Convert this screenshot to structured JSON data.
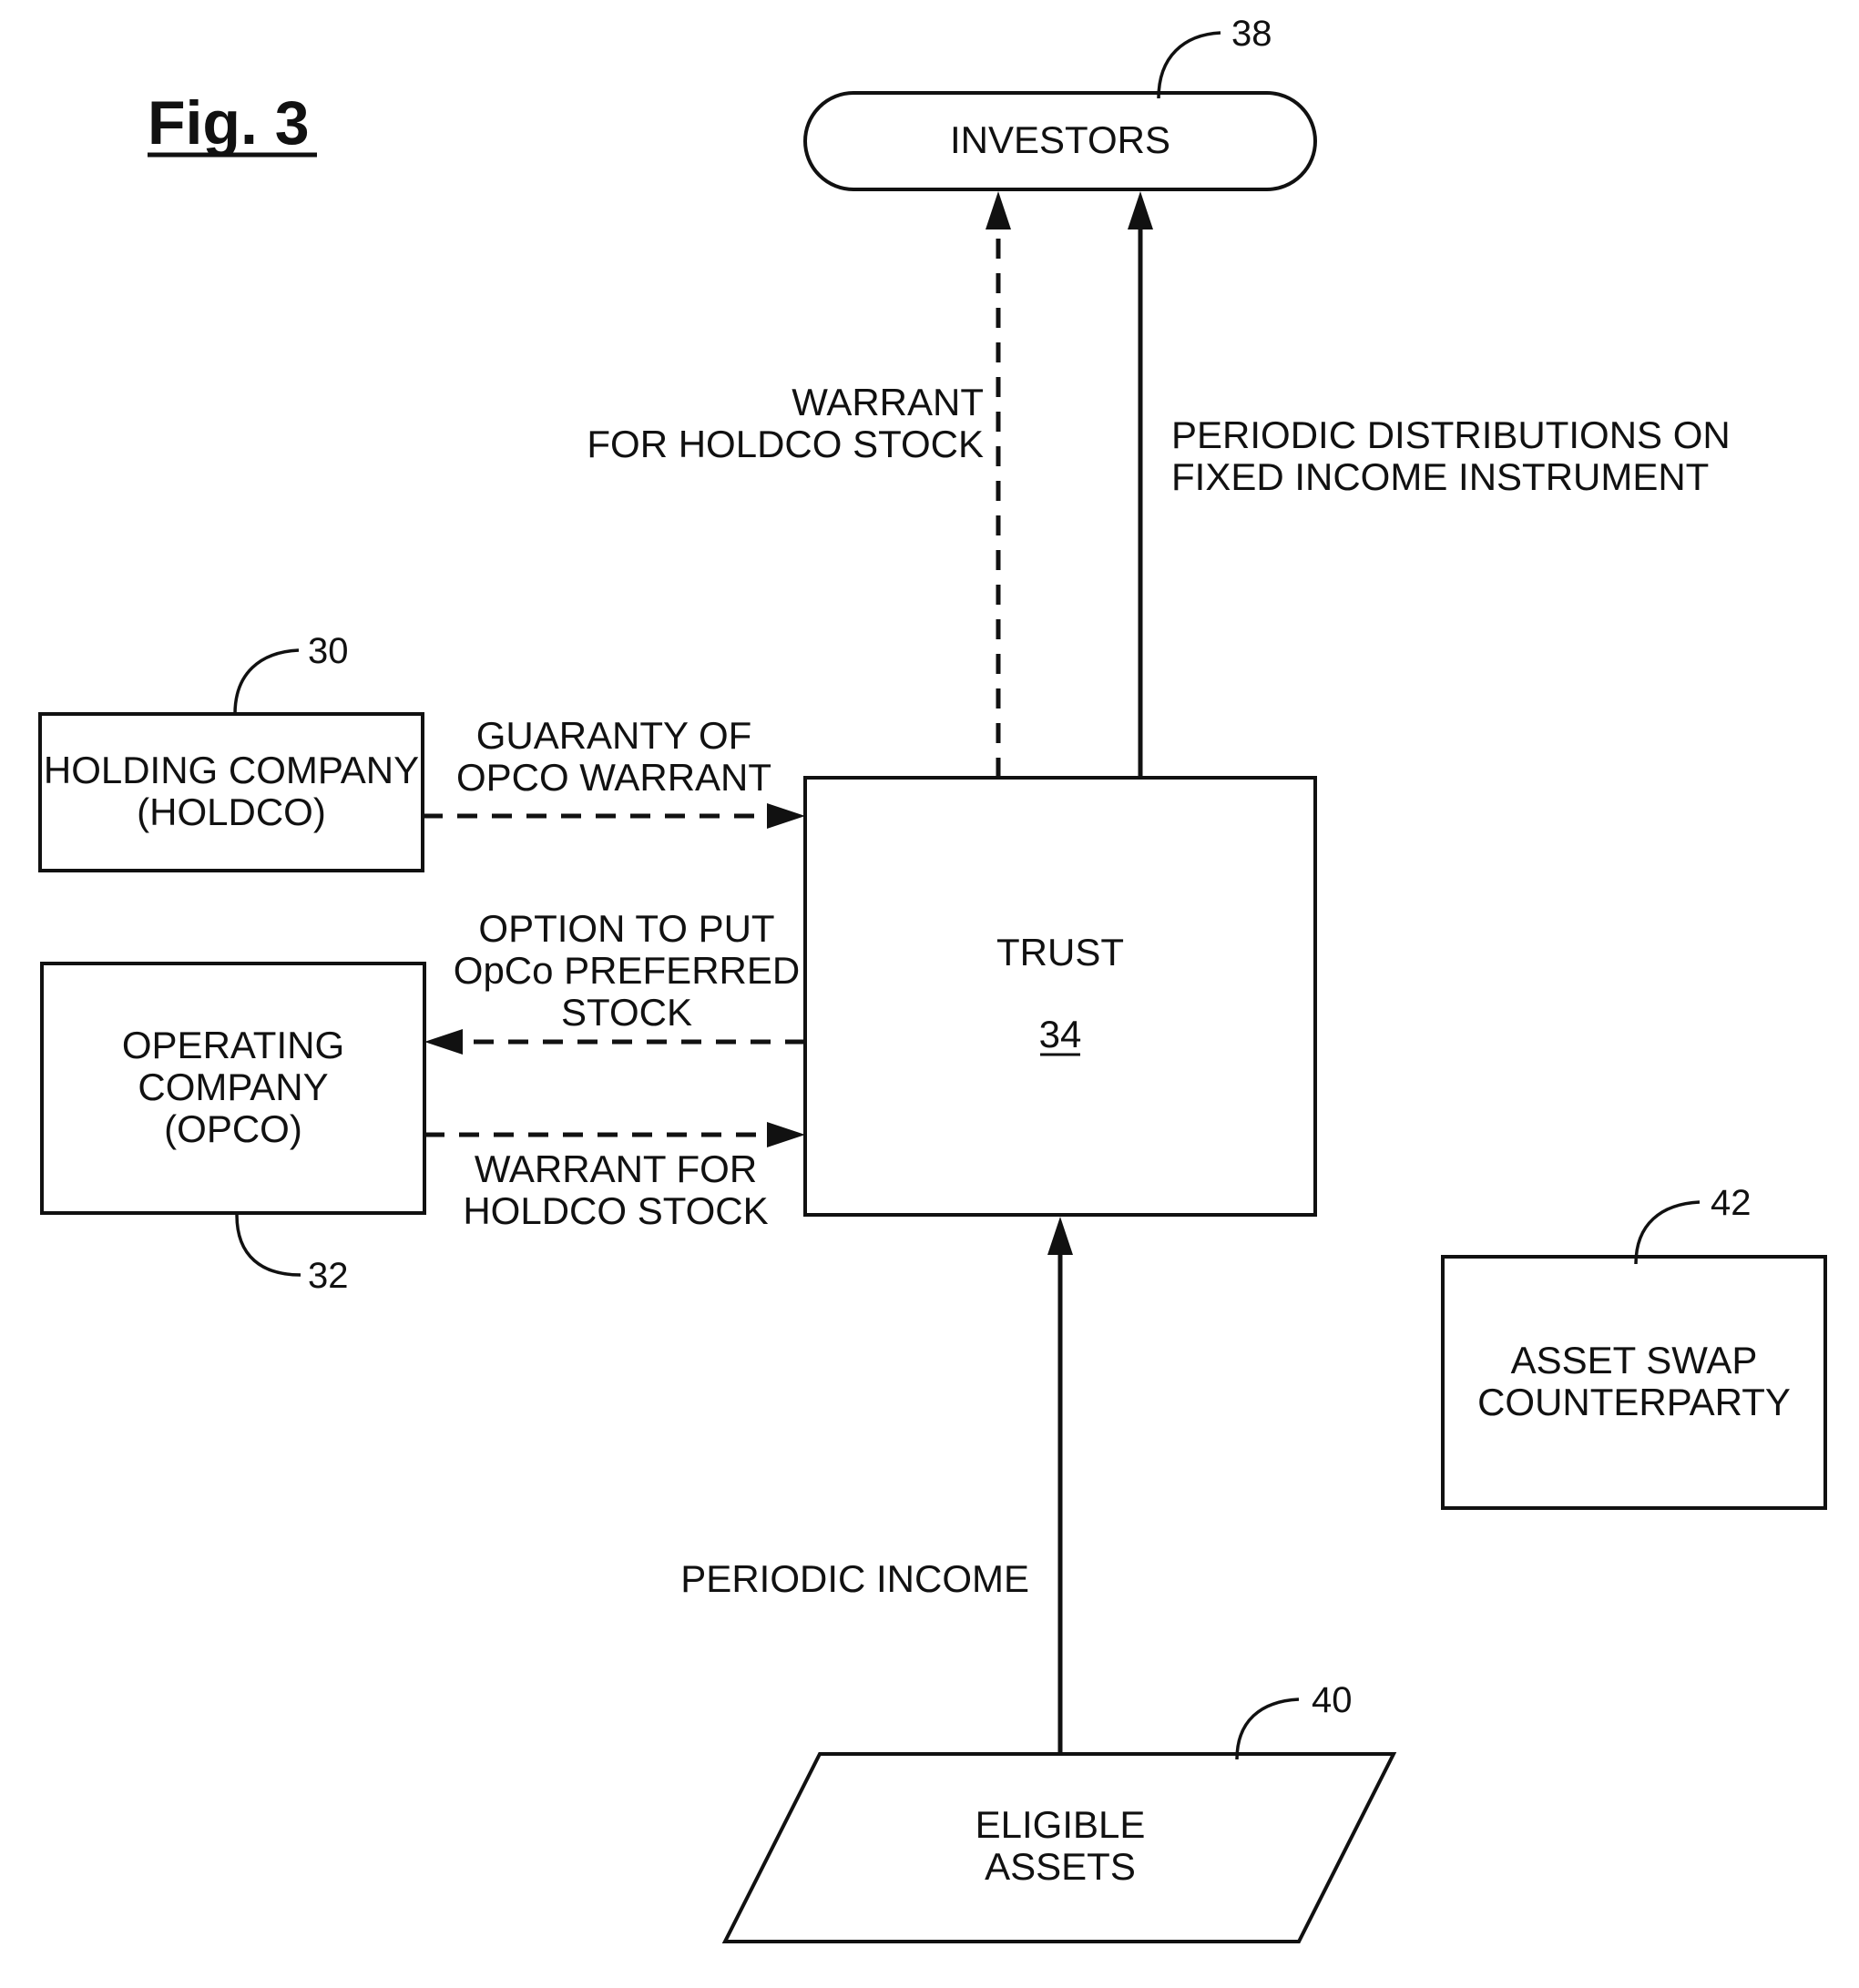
{
  "figure": {
    "title": "Fig. 3"
  },
  "nodes": {
    "investors": {
      "label": "INVESTORS",
      "ref": "38"
    },
    "holdco": {
      "lines": [
        "HOLDING COMPANY",
        "(HOLDCO)"
      ],
      "ref": "30"
    },
    "opco": {
      "lines": [
        "OPERATING",
        "COMPANY",
        "(OPCO)"
      ],
      "ref": "32"
    },
    "trust": {
      "label": "TRUST",
      "number": "34"
    },
    "asset_swap": {
      "lines": [
        "ASSET SWAP",
        "COUNTERPARTY"
      ],
      "ref": "42"
    },
    "eligible_assets": {
      "lines": [
        "ELIGIBLE",
        "ASSETS"
      ],
      "ref": "40"
    }
  },
  "flows": {
    "warrant_to_investors": {
      "lines": [
        "WARRANT",
        "FOR HOLDCO STOCK"
      ],
      "style": "dashed"
    },
    "periodic_distributions": {
      "lines": [
        "PERIODIC DISTRIBUTIONS ON",
        "FIXED INCOME INSTRUMENT"
      ],
      "style": "solid"
    },
    "guaranty": {
      "lines": [
        "GUARANTY OF",
        "OPCO WARRANT"
      ],
      "style": "dashed"
    },
    "option_to_put": {
      "lines": [
        "OPTION TO PUT",
        "OpCo PREFERRED",
        "STOCK"
      ],
      "style": "dashed"
    },
    "warrant_from_opco": {
      "lines": [
        "WARRANT FOR",
        "HOLDCO STOCK"
      ],
      "style": "dashed"
    },
    "periodic_income": {
      "label": "PERIODIC INCOME",
      "style": "solid"
    }
  }
}
